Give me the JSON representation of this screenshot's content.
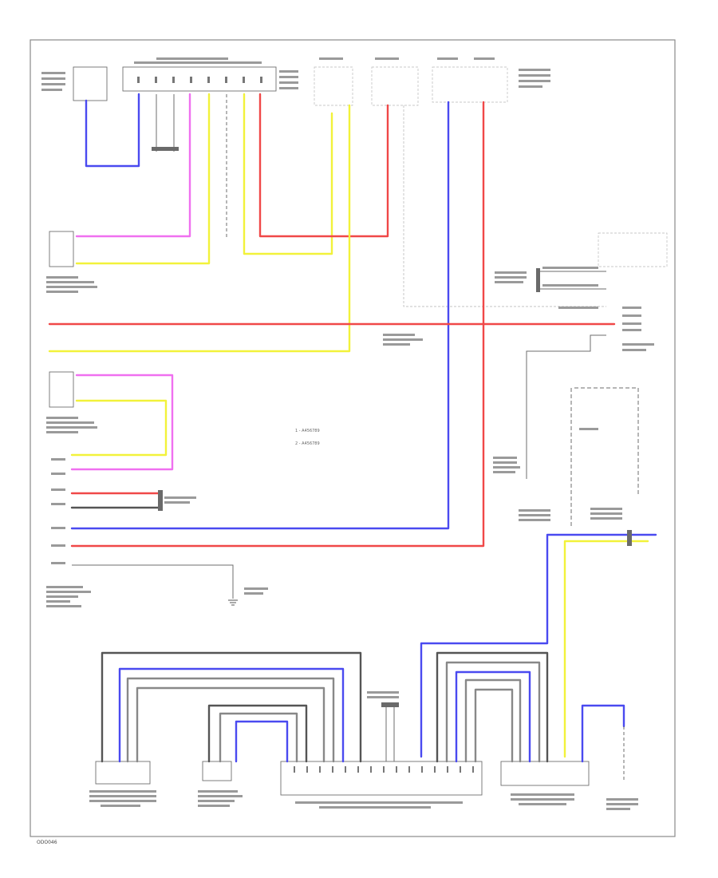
{
  "diagram": {
    "title": "",
    "page_code": "ODO046",
    "wire_colors": {
      "blue": "#4a4af0",
      "red": "#f04848",
      "yellow": "#f2f23a",
      "pink": "#f070f0",
      "gray": "#888888"
    },
    "legend": [
      "1 - A456789",
      "2 - A456789"
    ]
  }
}
